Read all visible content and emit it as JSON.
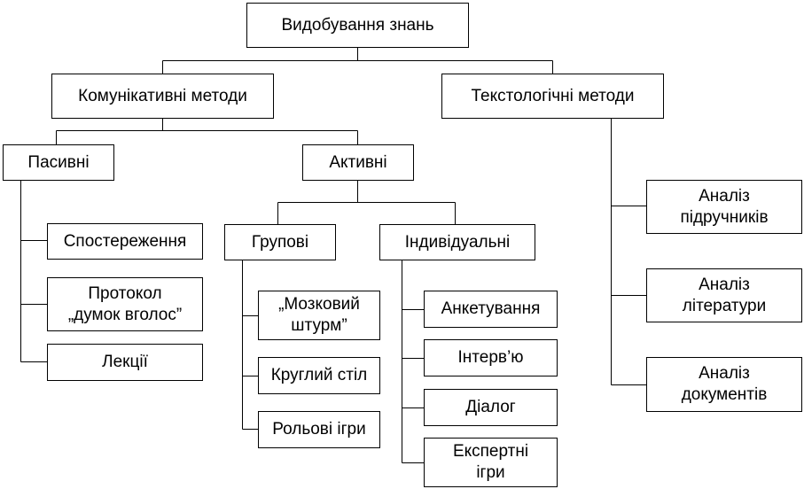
{
  "nodes": {
    "root": "Видобування знань",
    "communicative": "Комунікативні методи",
    "textological": "Текстологічні методи",
    "passive": "Пасивні",
    "active": "Активні",
    "observation": "Спостереження",
    "protocol": "Протокол\n„думок вголос”",
    "lectures": "Лекції",
    "group": "Групові",
    "individual": "Індивідуальні",
    "brainstorm": "„Мозковий\nштурм”",
    "round_table": "Круглий стіл",
    "role_games": "Рольові ігри",
    "survey": "Анкетування",
    "interview": "Інтерв’ю",
    "dialog": "Діалог",
    "expert_games": "Експертні\nігри",
    "textbooks": "Аналіз\nпідручників",
    "literature": "Аналіз\nлітератури",
    "documents": "Аналіз\nдокументів"
  }
}
